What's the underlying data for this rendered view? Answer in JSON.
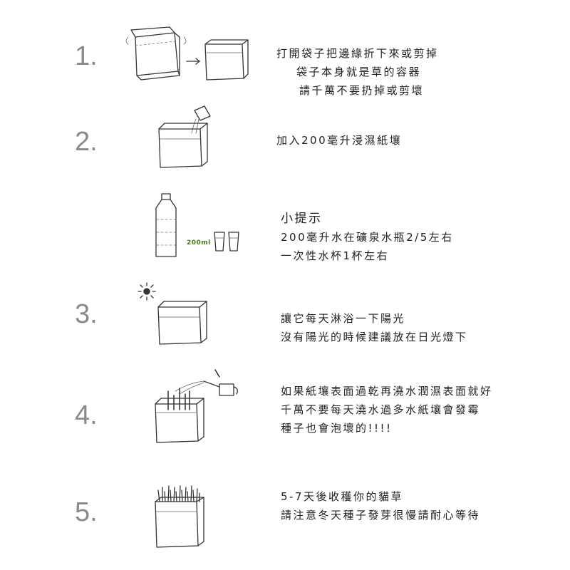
{
  "steps": [
    {
      "number": "1.",
      "lines": [
        "打開袋子把邊緣折下來或剪掉",
        "袋子本身就是草的容器",
        "請千萬不要扔掉或剪壞"
      ]
    },
    {
      "number": "2.",
      "lines": [
        "加入200毫升浸濕紙壤"
      ]
    },
    {
      "tip": {
        "title": "小提示",
        "lines": [
          "200毫升水在礦泉水瓶2/5左右",
          "一次性水杯1杯左右"
        ],
        "bottle_label": "200ml"
      }
    },
    {
      "number": "3.",
      "lines": [
        "讓它每天淋浴一下陽光",
        "沒有陽光的時候建議放在日光燈下"
      ]
    },
    {
      "number": "4.",
      "lines": [
        "如果紙壤表面過乾再澆水潤濕表面就好",
        "千萬不要每天澆水過多水紙壤會發霉",
        "種子也會泡壞的!!!!"
      ]
    },
    {
      "number": "5.",
      "lines": [
        "5-7天後收穫你的貓草",
        "請注意冬天種子發芽很慢請耐心等待"
      ]
    }
  ]
}
